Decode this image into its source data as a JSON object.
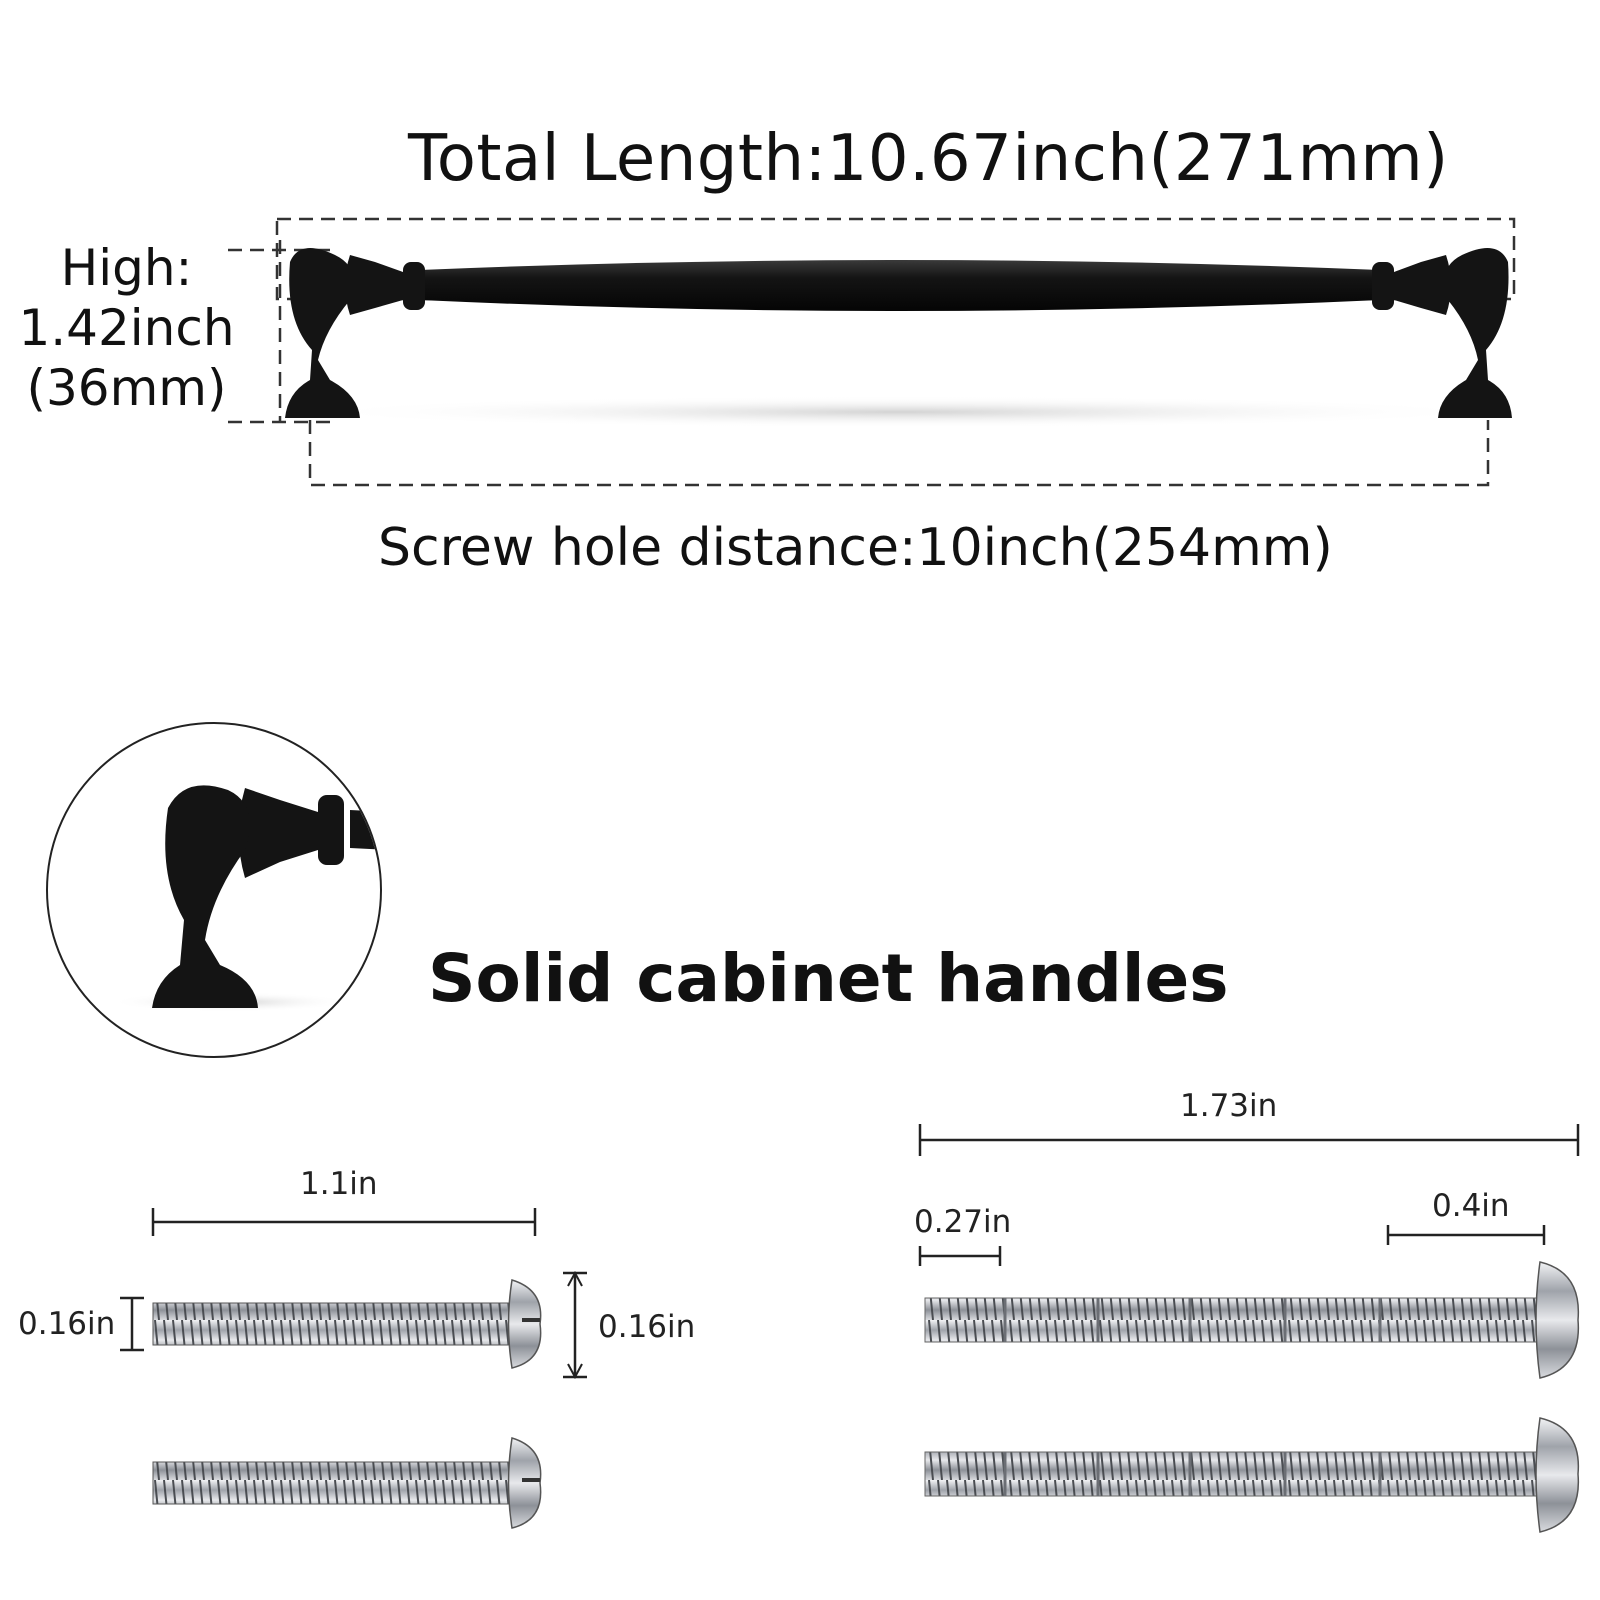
{
  "handle": {
    "total_length_label": "Total Length:10.67inch(271mm)",
    "high_label_line1": "High:",
    "high_label_line2": "1.42inch",
    "high_label_line3": "(36mm)",
    "screw_hole_label": "Screw hole distance:10inch(254mm)",
    "finish_color": "#141414"
  },
  "detail": {
    "title": "Solid cabinet handles"
  },
  "short_screw": {
    "length_label": "1.1in",
    "shank_diameter_label": "0.16in",
    "head_diameter_label": "0.16in",
    "quantity": 2
  },
  "long_screw": {
    "length_label": "1.73in",
    "tip_segment_label": "0.27in",
    "head_segment_label": "0.4in",
    "quantity": 2
  },
  "colors": {
    "metal": "#c9ccd2",
    "ink": "#111111"
  }
}
